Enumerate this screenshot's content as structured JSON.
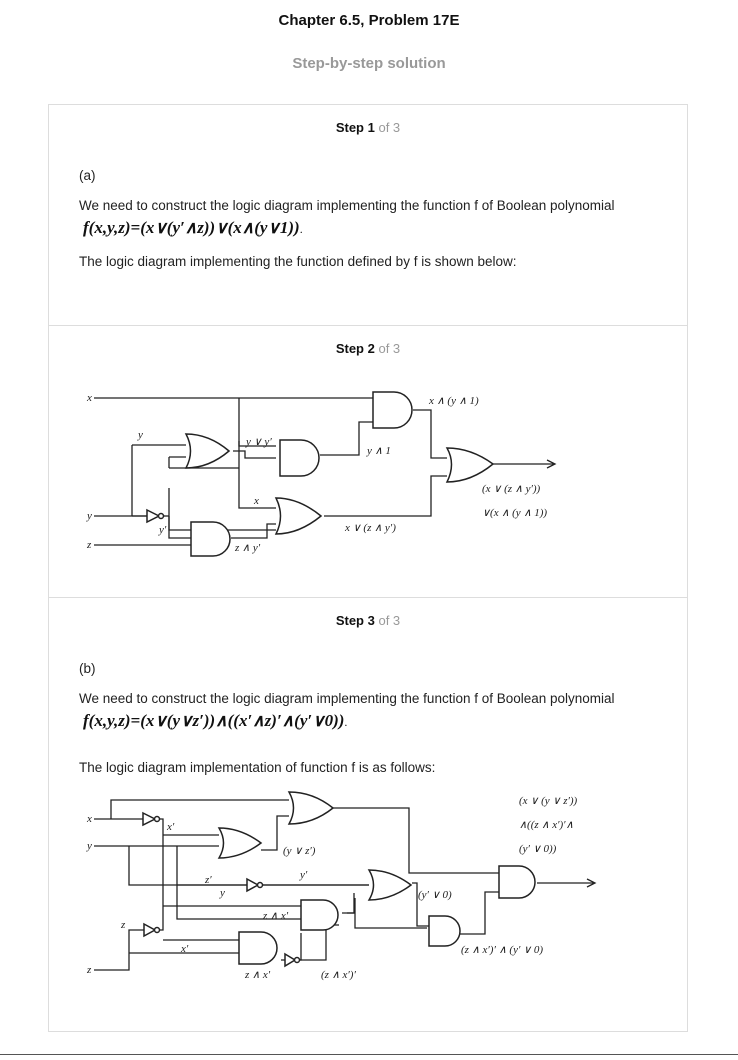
{
  "header": {
    "title": "Chapter 6.5, Problem 17E",
    "subtitle": "Step-by-step solution"
  },
  "steps": [
    {
      "label": "Step 1",
      "of": "of 3",
      "part": "(a)",
      "intro": "We need to construct the logic diagram implementing the function f of Boolean polynomial",
      "formula": "f(x,y,z)=(x∨(y′∧z))∨(x∧(y∨1))",
      "outro": "The logic diagram implementing the function defined by f is shown below:"
    },
    {
      "label": "Step 2",
      "of": "of 3",
      "diagram_labels": {
        "x": "x",
        "y_top": "y",
        "y": "y",
        "z": "z",
        "y_prime": "y′",
        "yor": "y ∨ y′",
        "and1": "x ∧ (y ∧ 1)",
        "yand1": "y ∧ 1",
        "x_mid": "x",
        "zy": "z ∧ y′",
        "xorzy": "x ∨ (z ∧ y′)",
        "out1": "(x ∨ (z ∧ y′))",
        "out2": "∨(x ∧ (y ∧ 1))"
      }
    },
    {
      "label": "Step 3",
      "of": "of 3",
      "part": "(b)",
      "intro": "We need to construct the logic diagram implementing the function f of Boolean polynomial",
      "formula": "f(x,y,z)=(x∨(y∨z′))∧((x′∧z)′∧(y′∨0))",
      "outro": "The logic diagram implementation of function f is as follows:",
      "diagram_labels": {
        "x": "x",
        "y": "y",
        "z": "z",
        "x_prime": "x′",
        "z_prime": "z′",
        "y_lbl": "y",
        "y_prime": "y′",
        "x_prime2": "x′",
        "yorz": "(y ∨ z′)",
        "y0": "(y′ ∨ 0)",
        "zx_prime": "z ∧ x′",
        "zx_inner": "z ∧ x′",
        "zx_paren": "(z ∧ x′)′",
        "mid_out": "(z ∧ x′)′ ∧ (y′ ∨ 0)",
        "out1": "(x ∨ (y ∨ z′))",
        "out2": "∧((z ∧ x′)′∧",
        "out3": "(y′ ∨ 0))"
      }
    }
  ],
  "dot": "."
}
